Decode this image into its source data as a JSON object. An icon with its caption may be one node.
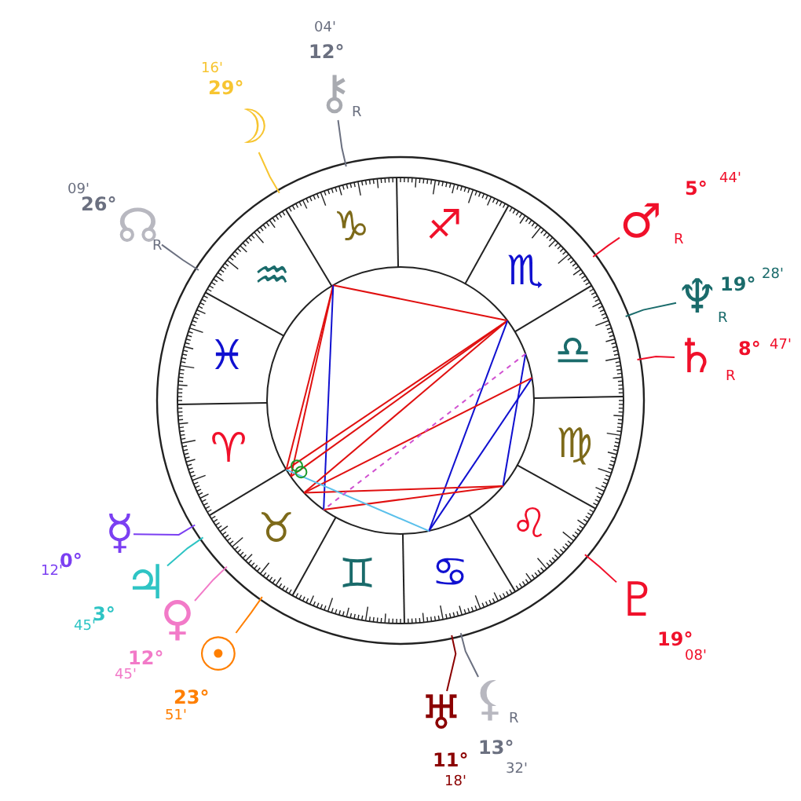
{
  "diagram": {
    "nodes": [
      {
        "text": [
          "04'",
          "12°",
          "⚷",
          "R"
        ]
      },
      {
        "text": [
          "16'",
          "29°",
          "☽"
        ]
      },
      {
        "text": [
          "09'",
          "26°",
          "☊",
          "R"
        ]
      },
      {
        "text": [
          "5°",
          "44'",
          "♂",
          "R"
        ]
      },
      {
        "text": [
          "19°",
          "28'",
          "♆",
          "R"
        ]
      },
      {
        "text": [
          "8°",
          "47'",
          "♄",
          "R"
        ]
      },
      {
        "text": [
          "☿",
          "12'",
          "0°"
        ]
      },
      {
        "text": [
          "♃",
          "45'",
          "3°"
        ]
      },
      {
        "text": [
          "♀",
          "12°",
          "45'"
        ]
      },
      {
        "text": [
          "☉",
          "23°",
          "51'"
        ]
      },
      {
        "text": [
          "♅",
          "11°",
          "18'"
        ]
      },
      {
        "text": [
          "⚸",
          "R",
          "13°",
          "32'"
        ]
      },
      {
        "text": [
          "♇",
          "19°",
          "08'"
        ]
      }
    ],
    "edges": [
      {
        "from": 0,
        "to": null,
        "arrow": "none",
        "color": "#6b7080"
      },
      {
        "from": 1,
        "to": null,
        "arrow": "none",
        "color": "#f7c531"
      },
      {
        "from": 2,
        "to": null,
        "arrow": "none",
        "color": "#6b7080"
      },
      {
        "from": 3,
        "to": null,
        "arrow": "none",
        "color": "#f0102a"
      },
      {
        "from": 4,
        "to": null,
        "arrow": "none",
        "color": "#1a6b6b"
      },
      {
        "from": 5,
        "to": null,
        "arrow": "none",
        "color": "#f0102a"
      },
      {
        "from": 6,
        "to": null,
        "arrow": "none",
        "color": "#7b3ff2"
      },
      {
        "from": 7,
        "to": null,
        "arrow": "none",
        "color": "#2ec4c4"
      },
      {
        "from": 8,
        "to": null,
        "arrow": "none",
        "color": "#f27ac8"
      },
      {
        "from": 9,
        "to": null,
        "arrow": "none",
        "color": "#ff7f00"
      },
      {
        "from": 10,
        "to": null,
        "arrow": "none",
        "color": "#8b0000"
      },
      {
        "from": 11,
        "to": null,
        "arrow": "none",
        "color": "#6b7080"
      },
      {
        "from": 12,
        "to": null,
        "arrow": "none",
        "color": "#f0102a"
      }
    ],
    "labels": [
      "♈",
      "♉",
      "♊",
      "♋",
      "♌",
      "♍",
      "♎",
      "♏",
      "♐",
      "♑",
      "♒",
      "♓"
    ]
  }
}
